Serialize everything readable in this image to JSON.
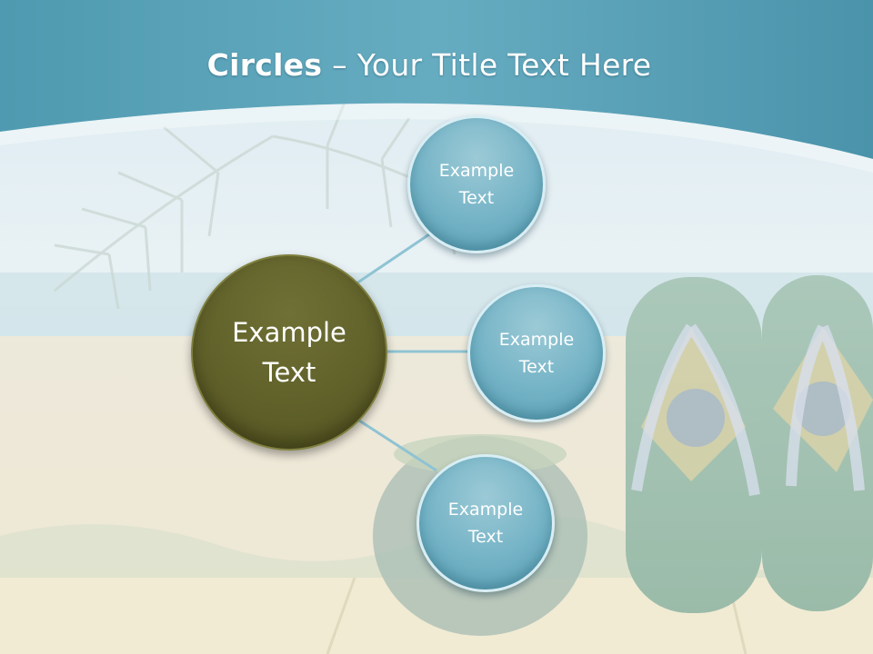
{
  "slide": {
    "title_bold": "Circles",
    "title_rest": " – Your Title Text Here",
    "center_circle": {
      "line1": "Example",
      "line2": "Text"
    },
    "outer_circles": [
      {
        "line1": "Example",
        "line2": "Text"
      },
      {
        "line1": "Example",
        "line2": "Text"
      },
      {
        "line1": "Example",
        "line2": "Text"
      }
    ]
  },
  "colors": {
    "header_band": "#5aa3b8",
    "center_circle": "#5f6029",
    "outer_circle": "#74b3c6",
    "connector": "#8fc3d3"
  }
}
